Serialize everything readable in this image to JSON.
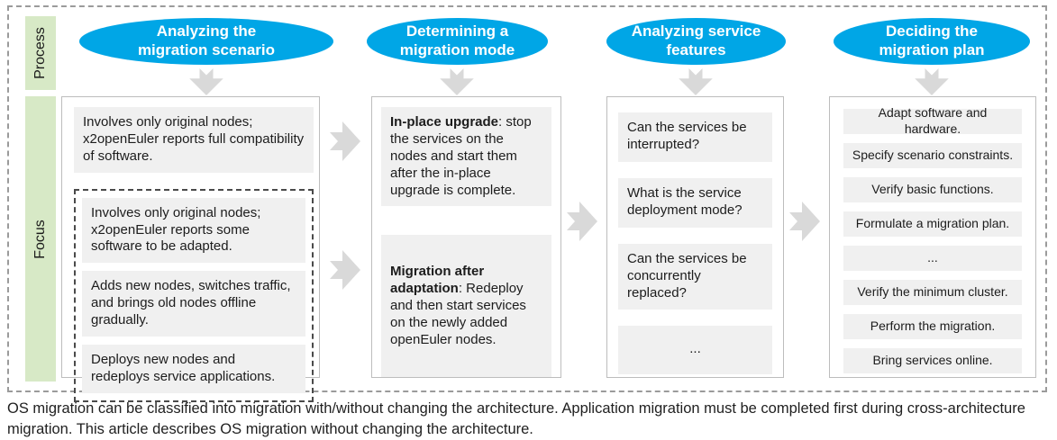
{
  "colors": {
    "accent_blue": "#00A6E6",
    "sidebar_green": "#D7E9C6",
    "item_gray": "#F0F0F0",
    "arrow_gray": "#D9D9D9"
  },
  "sidebar": {
    "process": "Process",
    "focus": "Focus"
  },
  "columns": [
    {
      "title_lines": [
        "Analyzing the",
        "migration scenario"
      ],
      "top_item": "Involves only original nodes; x2openEuler reports full compatibility of software.",
      "dashed_items": [
        "Involves only original nodes; x2openEuler reports some software to be adapted.",
        "Adds new nodes, switches traffic, and brings old nodes offline gradually.",
        "Deploys new nodes and redeploys service applications."
      ]
    },
    {
      "title_lines": [
        "Determining a",
        "migration mode"
      ],
      "items": [
        {
          "bold": "In-place upgrade",
          "rest": ": stop the services on the nodes and start them after the in-place upgrade is complete."
        },
        {
          "bold": "Migration after adaptation",
          "rest": ": Redeploy and then start services on the newly added openEuler nodes."
        }
      ]
    },
    {
      "title_lines": [
        "Analyzing service",
        "features"
      ],
      "items": [
        "Can the services be interrupted?",
        "What is the service deployment mode?",
        "Can the services be concurrently replaced?",
        "..."
      ]
    },
    {
      "title_lines": [
        "Deciding the",
        "migration plan"
      ],
      "items": [
        "Adapt software and hardware.",
        "Specify scenario constraints.",
        "Verify basic functions.",
        "Formulate a migration plan.",
        "...",
        "Verify the minimum cluster.",
        "Perform the migration.",
        "Bring services online."
      ]
    }
  ],
  "caption": "OS migration can be classified into migration with/without changing the architecture. Application migration must be completed first during cross-architecture migration. This article describes OS migration without changing the architecture."
}
